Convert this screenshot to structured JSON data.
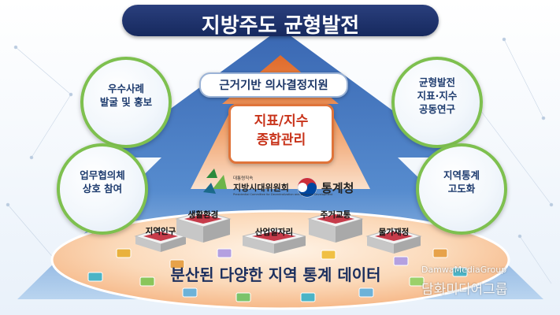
{
  "title": "지방주도 균형발전",
  "arrow_banner": "근거기반 의사결정지원",
  "center_box": [
    "지표/지수",
    "종합관리"
  ],
  "left_circles": [
    {
      "lines": [
        "우수사례",
        "발굴 및 홍보"
      ]
    },
    {
      "lines": [
        "업무협의체",
        "상호 참여"
      ]
    }
  ],
  "right_circles": [
    {
      "lines": [
        "균형발전",
        "지표·지수",
        "공동연구"
      ]
    },
    {
      "lines": [
        "지역통계",
        "고도화"
      ]
    }
  ],
  "organizations": {
    "committee_sub": "대통령직속",
    "committee_name": "지방시대위원회",
    "committee_english": "Presidential Committee for Decentralization and Balanced Development",
    "statistics": "통계청"
  },
  "data_blocks": [
    "지역인구",
    "생활환경",
    "산업일자리",
    "주거교통",
    "물가재정"
  ],
  "bottom_label": "분산된 다양한 지역 통계 데이터",
  "watermark": {
    "latin": "DamwaMediaGroup",
    "korean": "담화미디어그룹"
  },
  "colors": {
    "title_bg": "#1f3470",
    "arrow_blue": "#2a5aa6",
    "arrow_orange": "#e8793a",
    "circle_ring": "#7ec04f",
    "accent_red": "#c8331a"
  }
}
